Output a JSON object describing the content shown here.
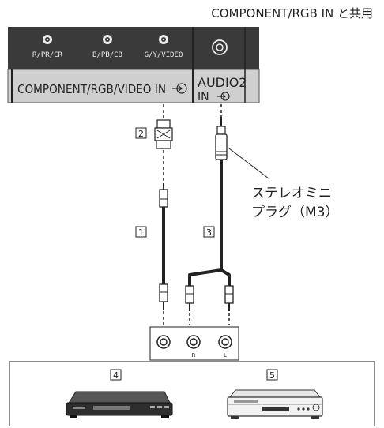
{
  "header": {
    "shared_label": "COMPONENT/RGB IN と共用"
  },
  "panel": {
    "jacks": [
      "R/PR/CR",
      "B/PB/CB",
      "G/Y/VIDEO"
    ],
    "component_label": "COMPONENT/RGB/VIDEO IN",
    "audio_label_1": "AUDIO2",
    "audio_label_2": "IN"
  },
  "callouts": {
    "c1": "1",
    "c2": "2",
    "c3": "3",
    "c4": "4",
    "c5": "5"
  },
  "stereo_plug": {
    "line1": "ステレオミニ",
    "line2": "プラグ（M3）"
  },
  "rca_box": {
    "r_label": "R",
    "l_label": "L"
  },
  "icons": [
    "bnc-adapter-icon",
    "rca-plug-icon",
    "mini-plug-icon",
    "vcr-icon",
    "dvd-player-icon"
  ]
}
